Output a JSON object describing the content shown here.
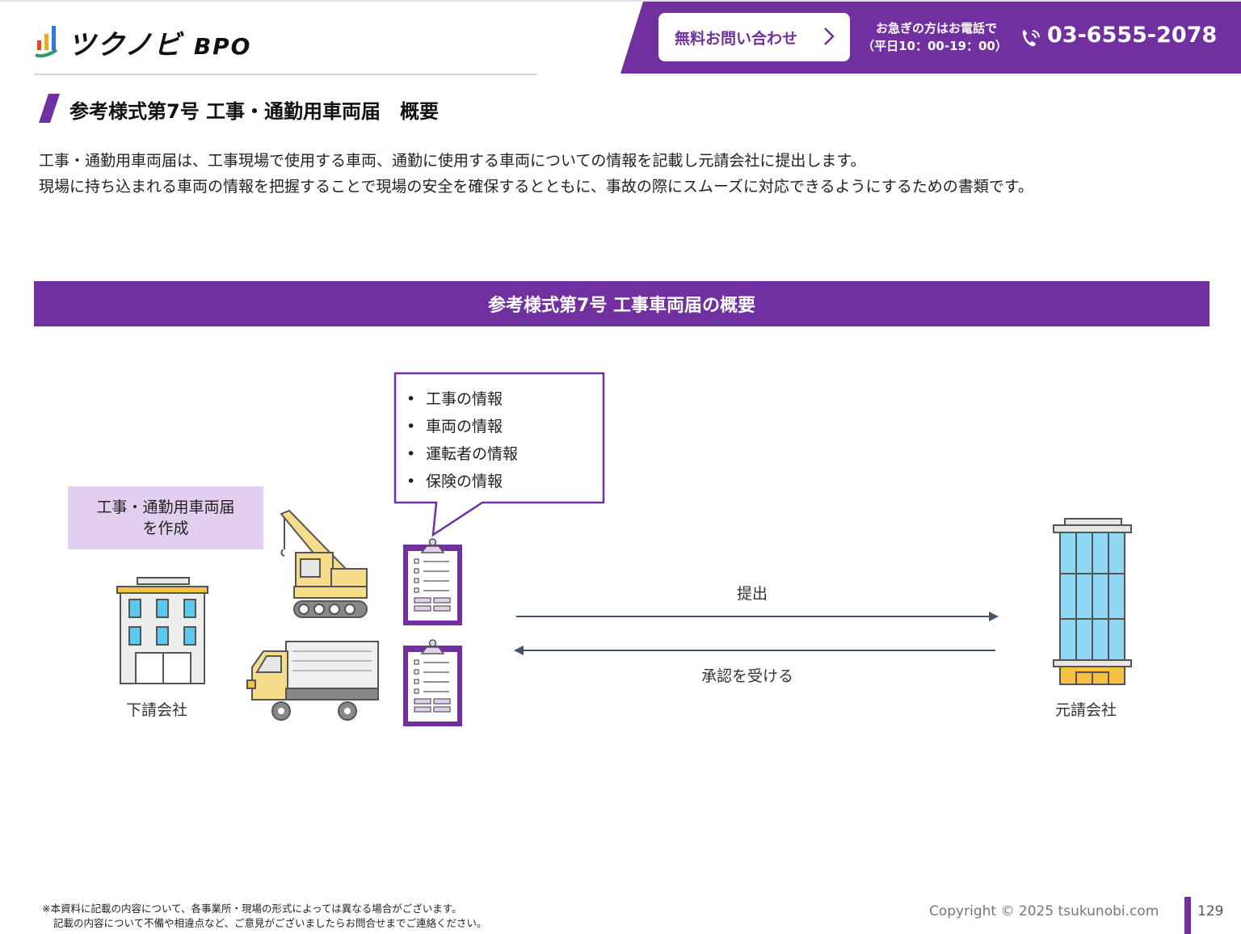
{
  "header": {
    "logo_text": "ツクノビ",
    "logo_suffix": "BPO",
    "inquiry_button": "無料お問い合わせ",
    "hours_line1": "お急ぎの方はお電話で",
    "hours_line2": "（平日10：00-19：00）",
    "phone": "03-6555-2078"
  },
  "title": "参考様式第7号 工事・通勤用車両届　概要",
  "description": [
    "工事・通勤用車両届は、工事現場で使用する車両、通勤に使用する車両についての情報を記載し元請会社に提出します。",
    "現場に持ち込まれる車両の情報を把握することで現場の安全を確保するとともに、事故の際にスムーズに対応できるようにするための書類です。"
  ],
  "banner": "参考様式第7号 工事車両届の概要",
  "diagram": {
    "create_label_line1": "工事・通勤用車両届",
    "create_label_line2": "を作成",
    "info_items": [
      "工事の情報",
      "車両の情報",
      "運転者の情報",
      "保険の情報"
    ],
    "subcontractor_label": "下請会社",
    "prime_contractor_label": "元請会社",
    "submit_label": "提出",
    "approve_label": "承認を受ける"
  },
  "footer": {
    "note_line1": "※本資料に記載の内容について、各事業所・現場の形式によっては異なる場合がございます。",
    "note_line2": "記載の内容について不備や相違点など、ご意見がございましたらお問合せまでご連絡ください。",
    "copyright": "Copyright © 2025 tsukunobi.com",
    "page_number": "129"
  },
  "colors": {
    "accent": "#7030a0",
    "callout_bg": "#e2cff0",
    "arrow": "#44546a"
  }
}
